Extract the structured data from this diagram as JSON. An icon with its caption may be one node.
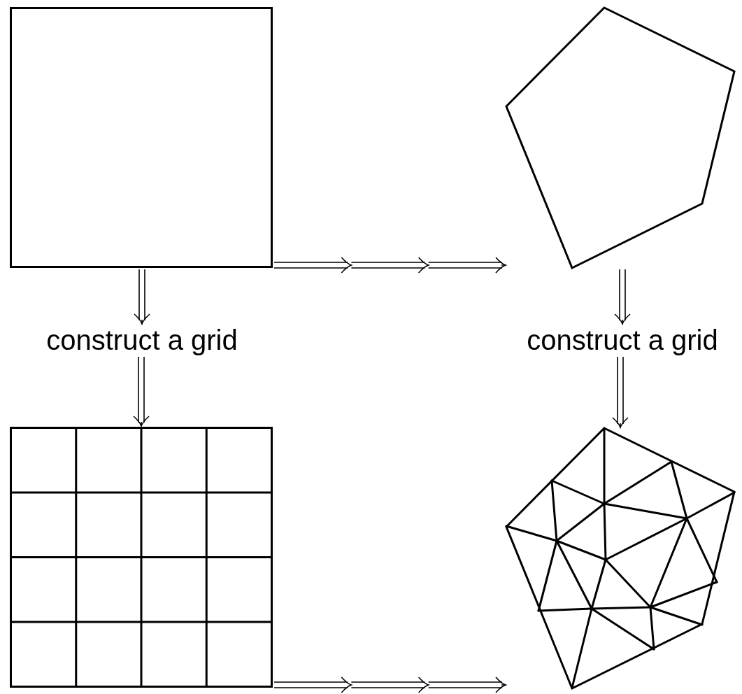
{
  "diagram": {
    "nodes": [
      {
        "text": [],
        "shape": "box"
      },
      {
        "text": [],
        "shape": "pentagon"
      },
      {
        "text": [
          "construct a grid"
        ]
      },
      {
        "text": [
          "construct a grid"
        ]
      },
      {
        "text": [],
        "shape": "grid"
      },
      {
        "text": [],
        "shape": "mesh"
      }
    ],
    "edges": [
      {
        "from": 0,
        "to": 1,
        "arrow": "to"
      },
      {
        "from": 0,
        "to": 2,
        "arrow": "to"
      },
      {
        "from": 2,
        "to": 4,
        "arrow": "to"
      },
      {
        "from": 1,
        "to": 3,
        "arrow": "to"
      },
      {
        "from": 3,
        "to": 5,
        "arrow": "to"
      },
      {
        "from": 4,
        "to": 5,
        "arrow": "to"
      }
    ]
  }
}
